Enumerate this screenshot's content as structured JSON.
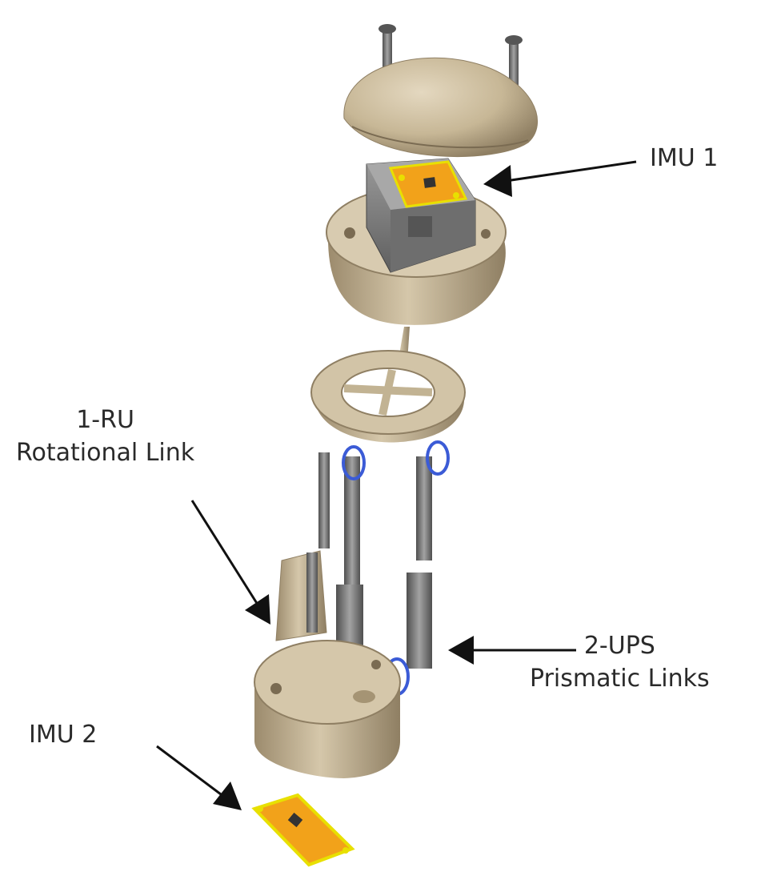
{
  "labels": {
    "imu1": "IMU 1",
    "ru_title": "1-RU",
    "ru_sub": "Rotational Link",
    "ups_title": "2-UPS",
    "ups_sub": "Prismatic Links",
    "imu2": "IMU 2"
  },
  "colors": {
    "body": "#c9b99a",
    "body_shadow": "#8f7f63",
    "metal": "#8a8a8a",
    "metal_dark": "#4f4f4f",
    "pcb": "#f2a21a",
    "pcb_edge": "#e8e000",
    "joint_ring": "#3b5bd6",
    "arrow": "#111111"
  },
  "icons": [
    "screw-icon",
    "imu-board-icon",
    "arrow-icon"
  ]
}
